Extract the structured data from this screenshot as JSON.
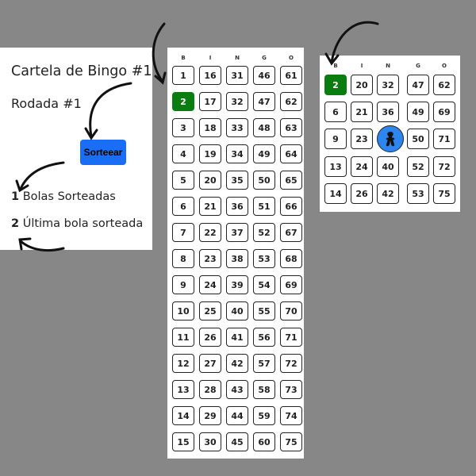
{
  "info": {
    "title": "Cartela de Bingo #1",
    "round": "Rodada #1",
    "draw_button": "Sorteear",
    "drawn_count": "1",
    "drawn_label": " Bolas Sorteadas",
    "last_ball": "2",
    "last_ball_label": " Última bola sorteada"
  },
  "master": {
    "headers": [
      "B",
      "I",
      "N",
      "G",
      "O"
    ],
    "columns": [
      [
        1,
        2,
        3,
        4,
        5,
        6,
        7,
        8,
        9,
        10,
        11,
        12,
        13,
        14,
        15
      ],
      [
        16,
        17,
        18,
        19,
        20,
        21,
        22,
        23,
        24,
        25,
        26,
        27,
        28,
        29,
        30
      ],
      [
        31,
        32,
        33,
        34,
        35,
        36,
        37,
        38,
        39,
        40,
        41,
        42,
        43,
        44,
        45
      ],
      [
        46,
        47,
        48,
        49,
        50,
        51,
        52,
        53,
        54,
        55,
        56,
        57,
        58,
        59,
        60
      ],
      [
        61,
        62,
        63,
        64,
        65,
        66,
        67,
        68,
        69,
        70,
        71,
        72,
        73,
        74,
        75
      ]
    ],
    "marked": [
      2
    ]
  },
  "card": {
    "headers": [
      "B",
      "I",
      "N",
      "G",
      "O"
    ],
    "rows": [
      [
        "2",
        "20",
        "32",
        "47",
        "62"
      ],
      [
        "6",
        "21",
        "36",
        "49",
        "69"
      ],
      [
        "9",
        "23",
        "",
        "50",
        "71"
      ],
      [
        "13",
        "24",
        "40",
        "52",
        "72"
      ],
      [
        "14",
        "26",
        "42",
        "53",
        "75"
      ]
    ],
    "marked": [
      "2"
    ],
    "free_icon": "free-space-icon"
  },
  "colors": {
    "background": "#878787",
    "marked": "#0a7d10",
    "button": "#1a6ef5",
    "free": "#2d86f0"
  }
}
